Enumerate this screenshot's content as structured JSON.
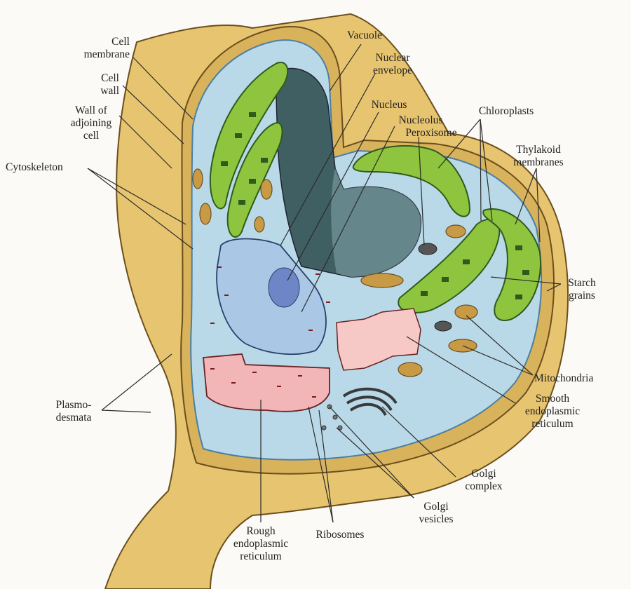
{
  "diagram": {
    "subject": "Plant cell cutaway",
    "colors": {
      "background": "#fbfaf7",
      "cell_wall_fill": "#e7c46f",
      "cell_wall_edge": "#6b4f1d",
      "cytoplasm": "#b9d9e8",
      "vacuole": "#3f5f63",
      "chloroplast": "#8fc43e",
      "thylakoid": "#2f5a1e",
      "nucleus": "#aac8e6",
      "nucleolus": "#6d86c6",
      "rough_er": "#f2b6b9",
      "smooth_er": "#f6c9c6",
      "mitochondria": "#c89a45",
      "golgi": "#3a3a3a"
    },
    "labels": {
      "cell_membrane": [
        "Cell",
        "membrane"
      ],
      "cell_wall": [
        "Cell",
        "wall"
      ],
      "wall_adjoining": [
        "Wall of",
        "adjoining",
        "cell"
      ],
      "cytoskeleton": [
        "Cytoskeleton"
      ],
      "plasmodesmata": [
        "Plasmo-",
        "desmata"
      ],
      "vacuole": [
        "Vacuole"
      ],
      "nuclear_envelope": [
        "Nuclear",
        "envelope"
      ],
      "nucleus": [
        "Nucleus"
      ],
      "nucleolus": [
        "Nucleolus"
      ],
      "peroxisome": [
        "Peroxisome"
      ],
      "chloroplasts": [
        "Chloroplasts"
      ],
      "thylakoid": [
        "Thylakoid",
        "membranes"
      ],
      "starch": [
        "Starch",
        "grains"
      ],
      "mitochondria": [
        "Mitochondria"
      ],
      "smooth_er": [
        "Smooth",
        "endoplasmic",
        "reticulum"
      ],
      "golgi_complex": [
        "Golgi",
        "complex"
      ],
      "golgi_vesicles": [
        "Golgi",
        "vesicles"
      ],
      "ribosomes": [
        "Ribosomes"
      ],
      "rough_er": [
        "Rough",
        "endoplasmic",
        "reticulum"
      ]
    }
  }
}
